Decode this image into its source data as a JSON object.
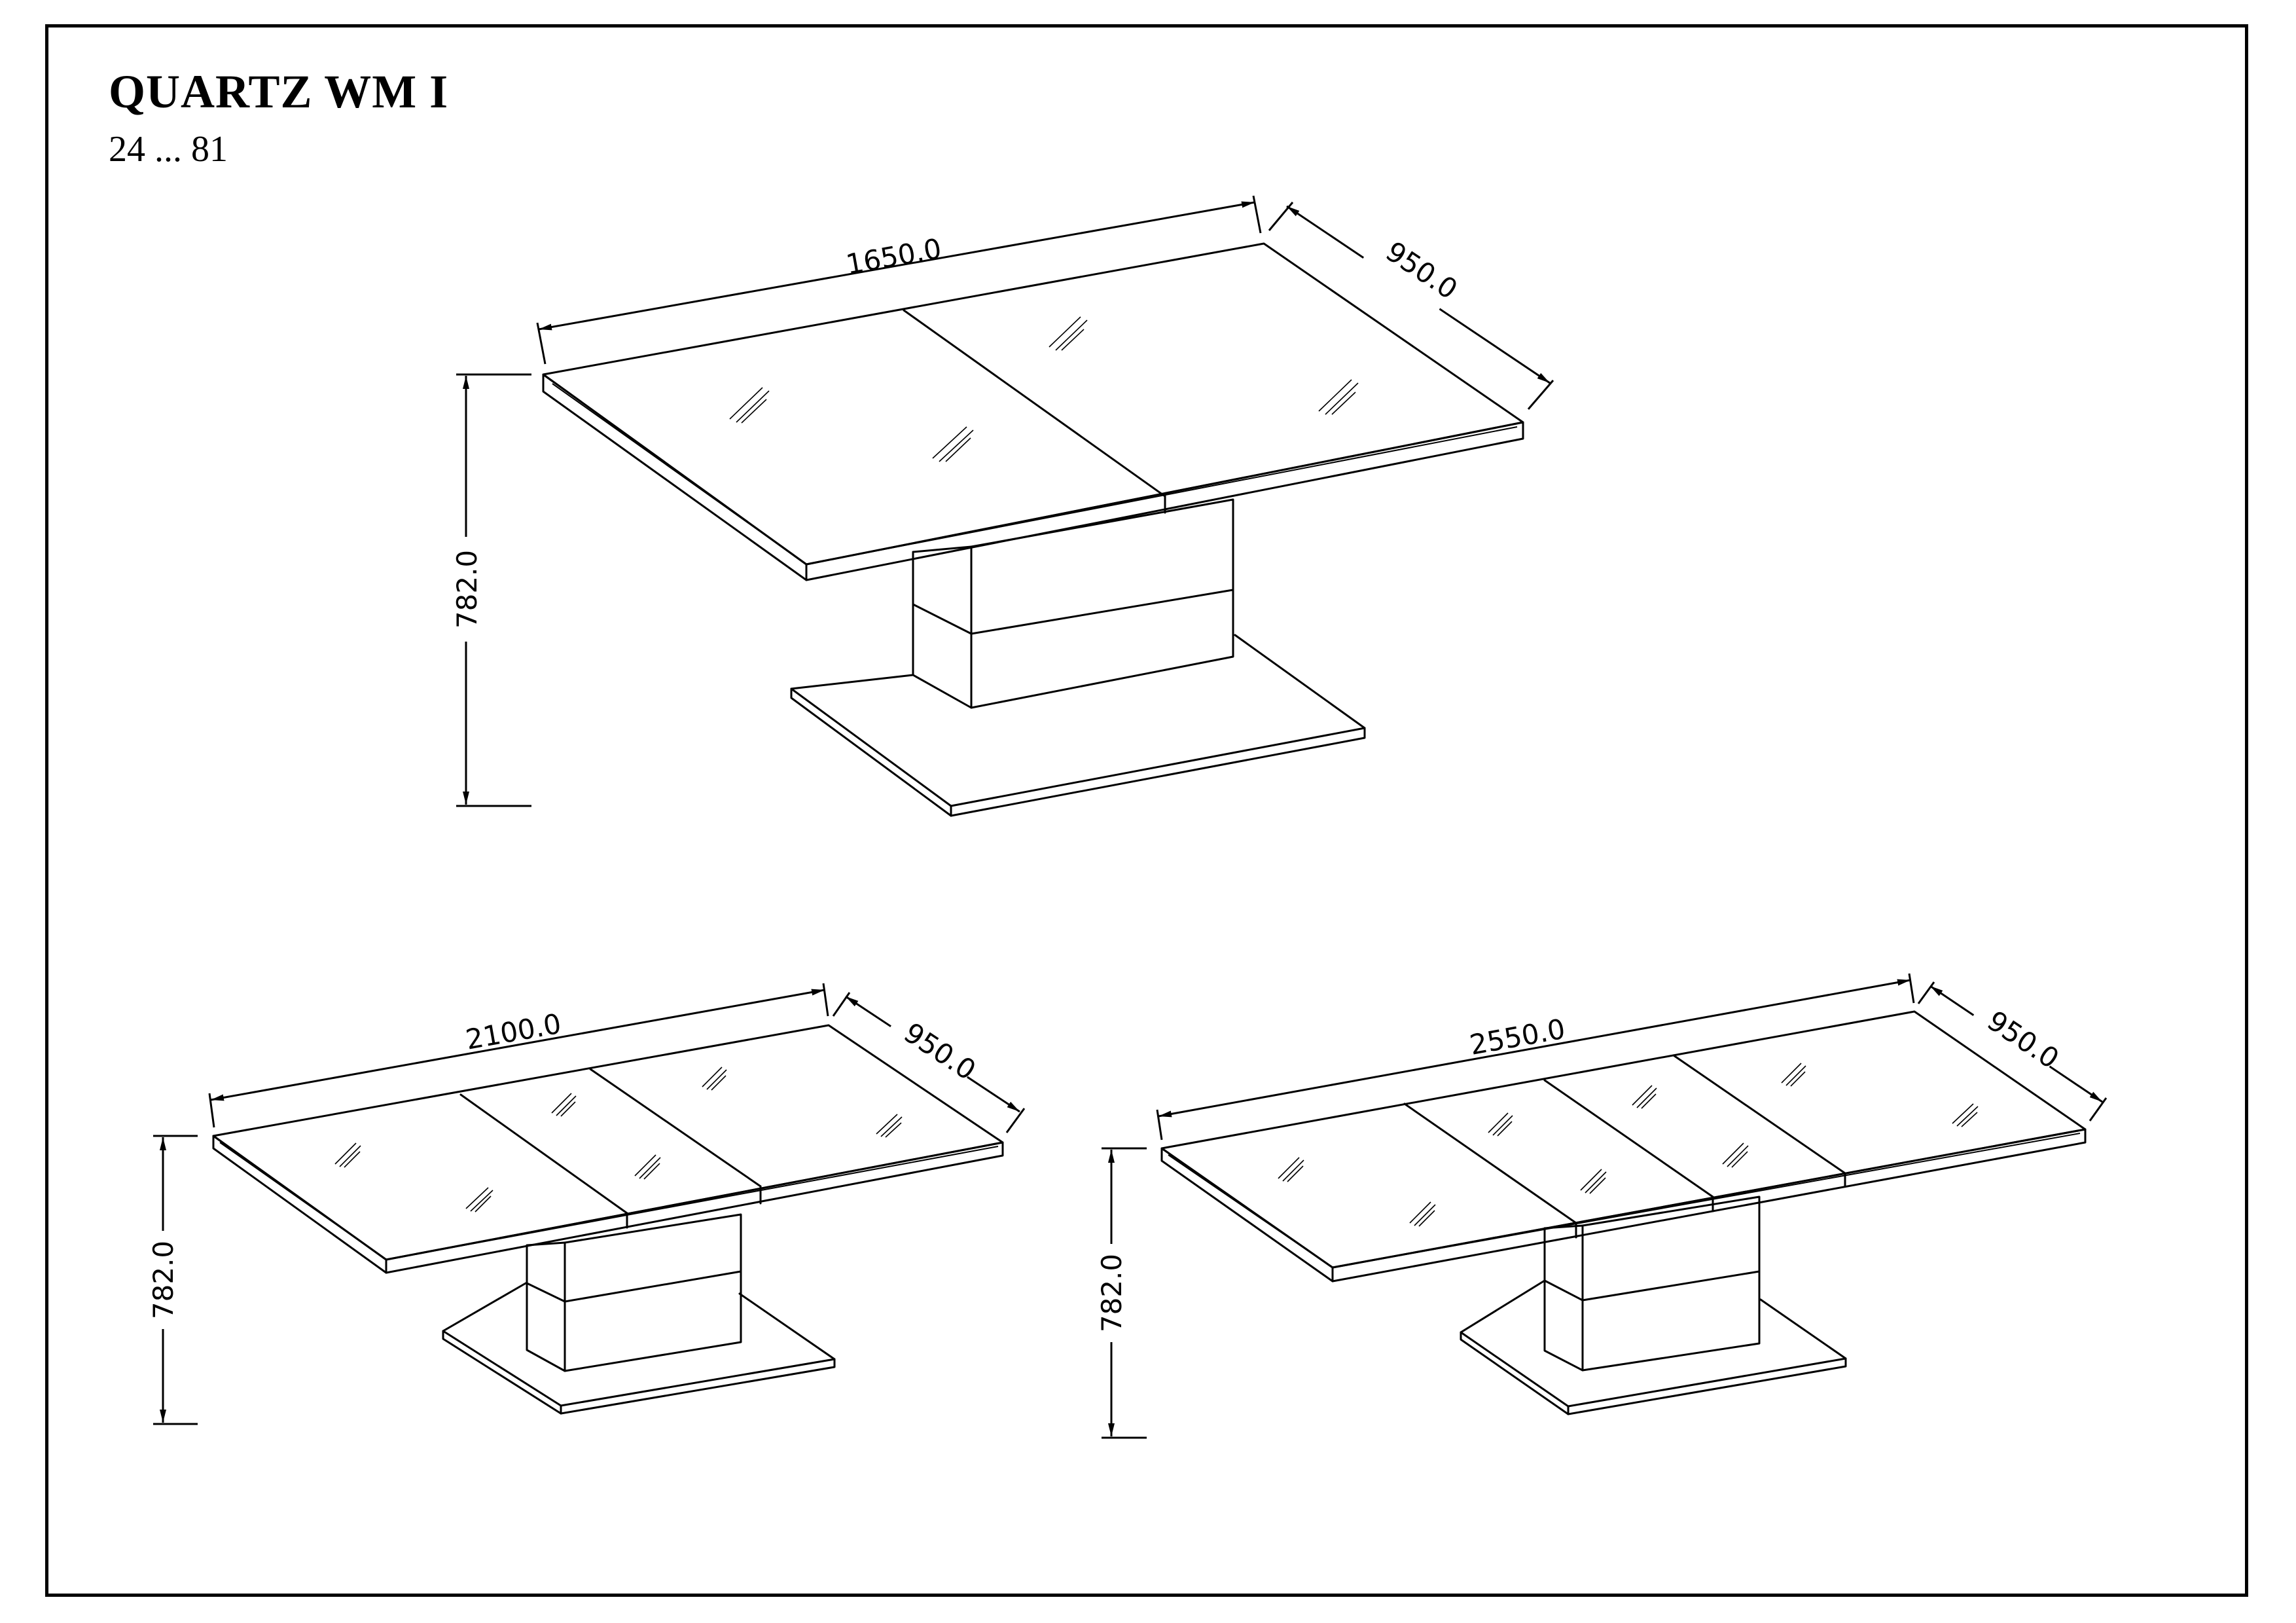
{
  "title": "QUARTZ WM I",
  "code": "24 ... 81",
  "views": [
    {
      "length": "1650.0",
      "depth": "950.0",
      "height": "782.0",
      "panels": 2
    },
    {
      "length": "2100.0",
      "depth": "950.0",
      "height": "782.0",
      "panels": 3
    },
    {
      "length": "2550.0",
      "depth": "950.0",
      "height": "782.0",
      "panels": 4
    }
  ]
}
